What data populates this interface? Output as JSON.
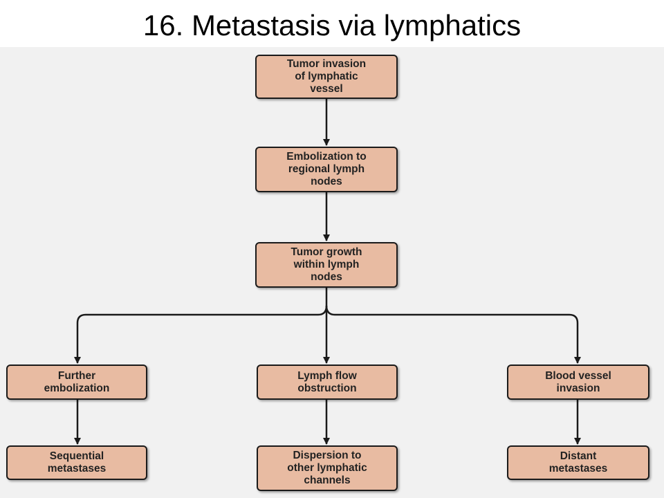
{
  "title": "16. Metastasis via lymphatics",
  "colors": {
    "node_fill": "#e8bba2",
    "node_border": "#1a1a1a",
    "arrow": "#1a1a1a",
    "panel_background": "#f1f1f1"
  },
  "nodes": {
    "invasion": "Tumor invasion\nof lymphatic\nvessel",
    "embolization": "Embolization to\nregional lymph\nnodes",
    "growth": "Tumor growth\nwithin lymph\nnodes",
    "further_embolization": "Further\nembolization",
    "flow_obstruction": "Lymph flow\nobstruction",
    "blood_vessel_invasion": "Blood vessel\ninvasion",
    "sequential_metastases": "Sequential\nmetastases",
    "dispersion": "Dispersion to\nother lymphatic\nchannels",
    "distant_metastases": "Distant\nmetastases"
  },
  "edges": [
    [
      "invasion",
      "embolization"
    ],
    [
      "embolization",
      "growth"
    ],
    [
      "growth",
      "further_embolization"
    ],
    [
      "growth",
      "flow_obstruction"
    ],
    [
      "growth",
      "blood_vessel_invasion"
    ],
    [
      "further_embolization",
      "sequential_metastases"
    ],
    [
      "flow_obstruction",
      "dispersion"
    ],
    [
      "blood_vessel_invasion",
      "distant_metastases"
    ]
  ]
}
